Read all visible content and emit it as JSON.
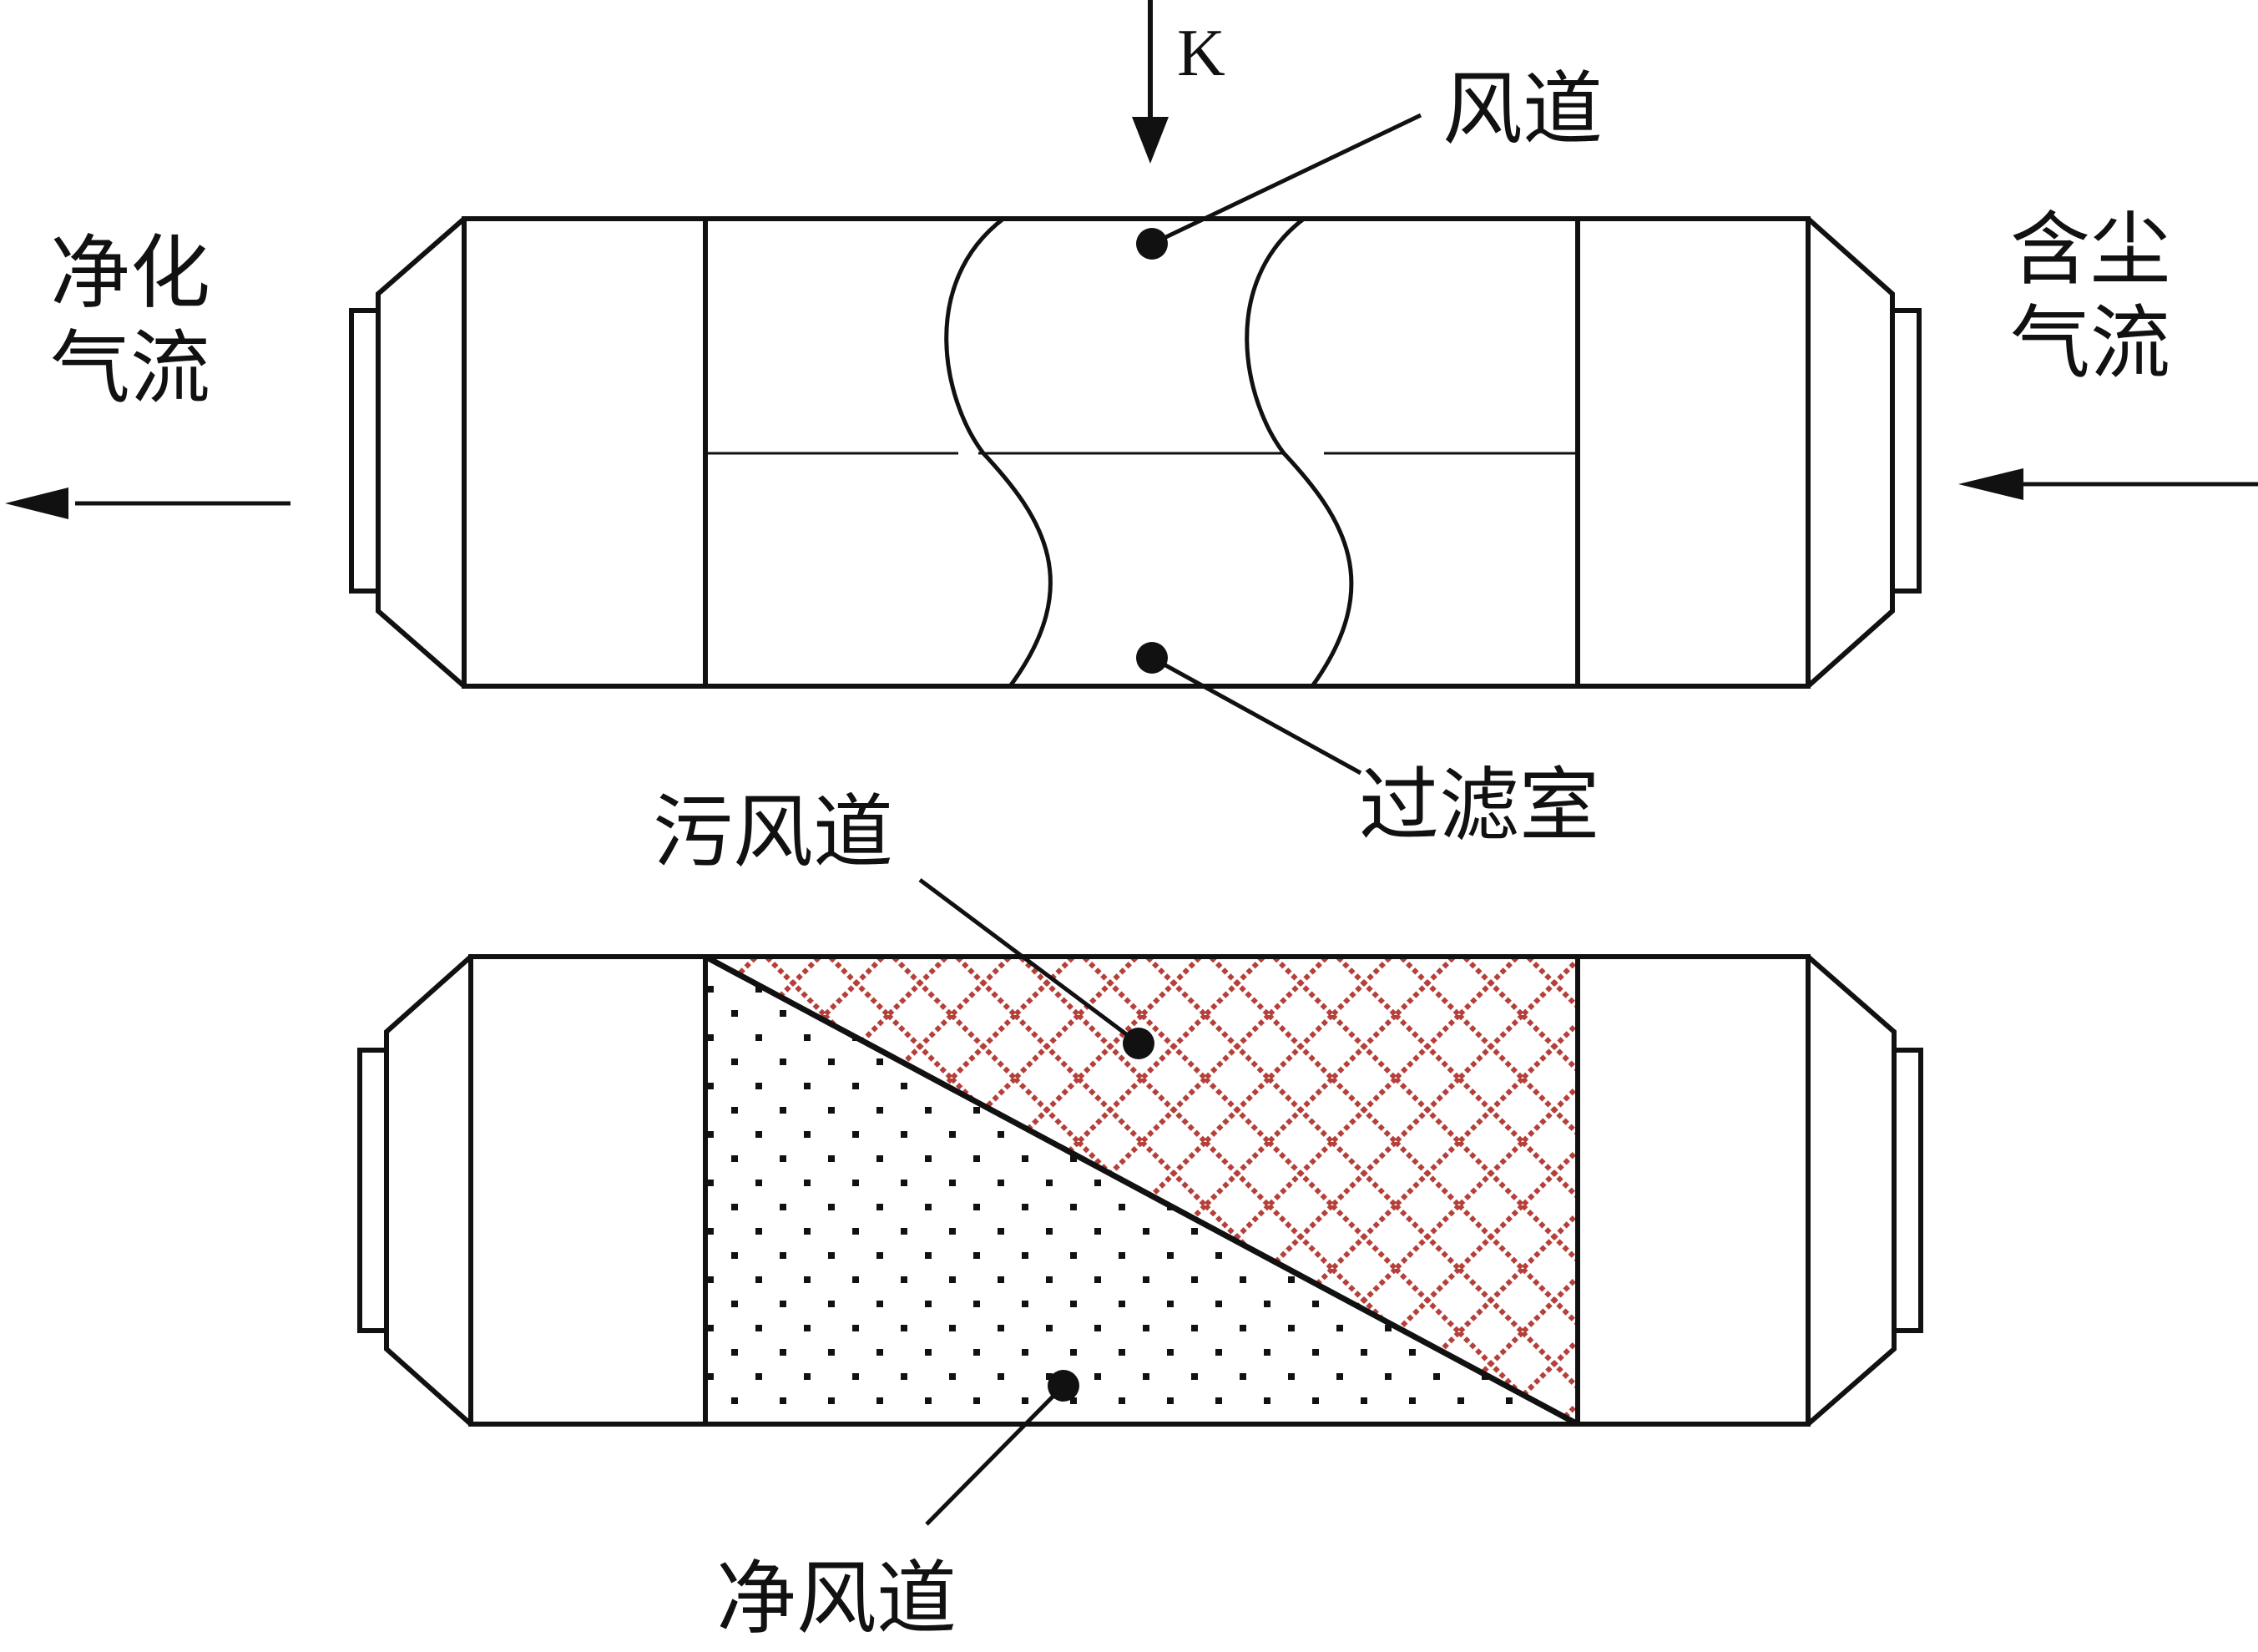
{
  "labels": {
    "view_marker": "K",
    "clean_air_outlet_line1": "净化",
    "clean_air_outlet_line2": "气流",
    "dusty_air_inlet_line1": "含尘",
    "dusty_air_inlet_line2": "气流",
    "air_duct": "风道",
    "filter_chamber": "过滤室",
    "dirty_air_duct": "污风道",
    "clean_air_duct": "净风道"
  },
  "colors": {
    "line": "#111111",
    "dirty_duct_pattern": "#b5403a",
    "clean_duct_pattern": "#111111",
    "background": "#ffffff"
  }
}
